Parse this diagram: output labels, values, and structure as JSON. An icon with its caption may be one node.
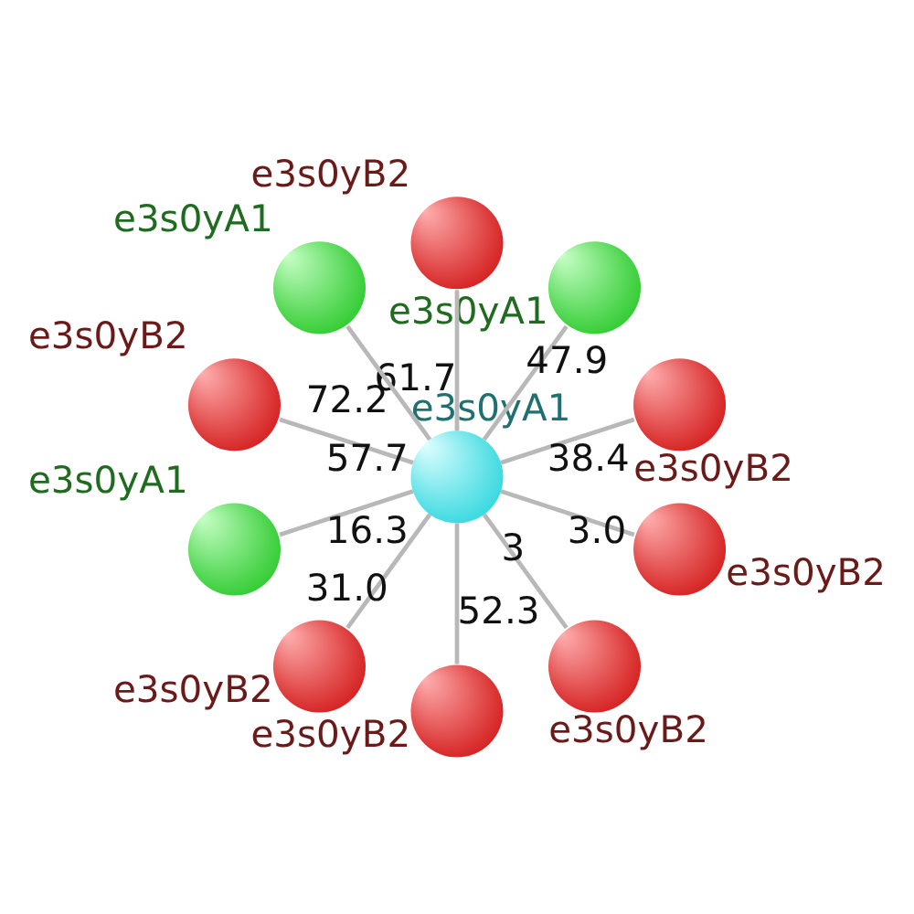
{
  "diagram": {
    "nodes": [
      {
        "text": [],
        "shape": "circle",
        "beside": [
          "e3s0yB2"
        ]
      },
      {
        "text": [],
        "shape": "circle",
        "beside": [
          "e3s0yA1"
        ]
      },
      {
        "text": [],
        "shape": "circle",
        "beside": [
          "e3s0yA1"
        ]
      },
      {
        "text": [],
        "shape": "circle",
        "beside": [
          "e3s0yB2"
        ]
      },
      {
        "text": [],
        "shape": "circle",
        "beside": [
          "e3s0yA1"
        ]
      },
      {
        "text": [],
        "shape": "circle",
        "beside": [
          "e3s0yB2"
        ]
      },
      {
        "text": [],
        "shape": "circle",
        "beside": [
          "e3s0yA1"
        ]
      },
      {
        "text": [],
        "shape": "circle",
        "beside": [
          "e3s0yB2"
        ]
      },
      {
        "text": [],
        "shape": "circle",
        "beside": [
          "e3s0yB2"
        ]
      },
      {
        "text": [],
        "shape": "circle",
        "beside": [
          "e3s0yB2"
        ]
      },
      {
        "text": [],
        "shape": "circle",
        "beside": [
          "e3s0yB2"
        ]
      }
    ],
    "edges": [
      {
        "from": 2,
        "to": 0,
        "arrow": "none",
        "label": "38.4"
      },
      {
        "from": 2,
        "to": 1,
        "arrow": "none",
        "label": "47.9"
      },
      {
        "from": 2,
        "to": 3,
        "arrow": "none",
        "label": "61.7"
      },
      {
        "from": 2,
        "to": 4,
        "arrow": "none",
        "label": "72.2"
      },
      {
        "from": 2,
        "to": 5,
        "arrow": "none",
        "label": "57.7"
      },
      {
        "from": 2,
        "to": 6,
        "arrow": "none",
        "label": "16.3"
      },
      {
        "from": 2,
        "to": 7,
        "arrow": "none",
        "label": "31.0"
      },
      {
        "from": 2,
        "to": 8,
        "arrow": "none",
        "label": "52.3"
      },
      {
        "from": 2,
        "to": 9,
        "arrow": "none",
        "label": "3"
      },
      {
        "from": 2,
        "to": 10,
        "arrow": "none",
        "label": "3.0"
      }
    ]
  }
}
